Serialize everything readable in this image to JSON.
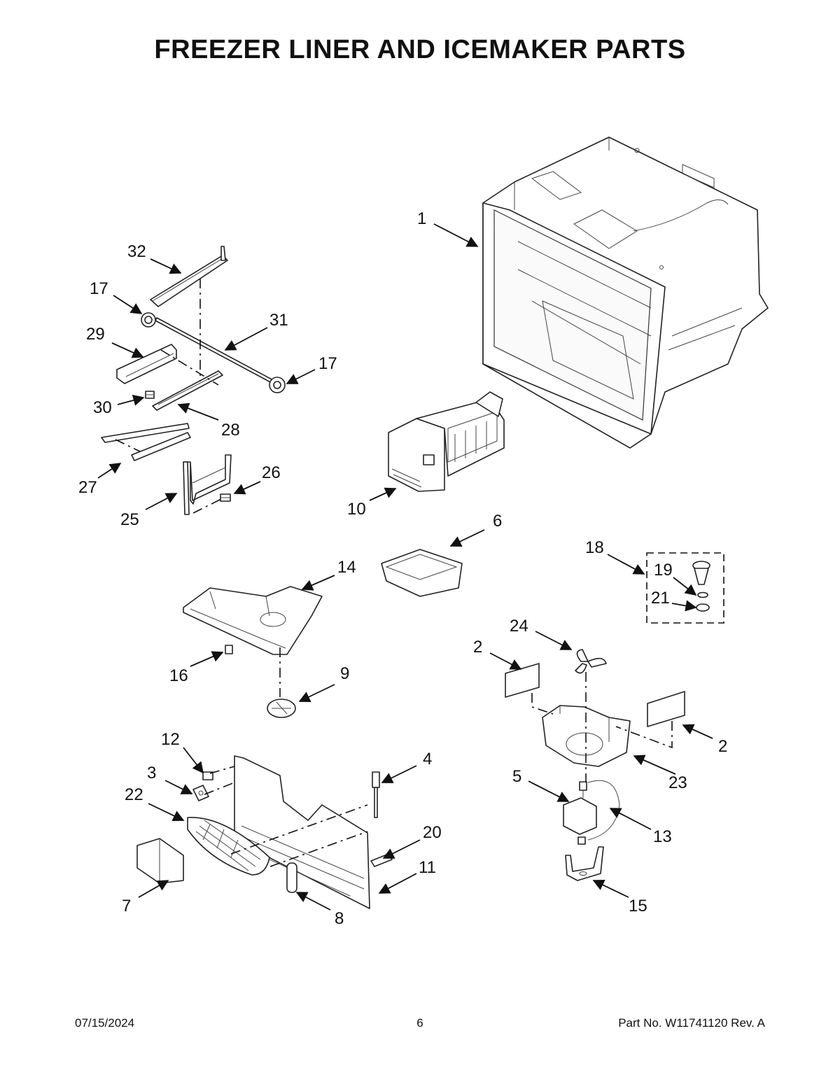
{
  "header": {
    "title": "FREEZER LINER AND ICEMAKER PARTS"
  },
  "footer": {
    "date": "07/15/2024",
    "page_number": "6",
    "part_no": "Part No.  W11741120  Rev.  A"
  },
  "callouts": {
    "c1": "1",
    "c32": "32",
    "c17a": "17",
    "c31": "31",
    "c29": "29",
    "c17b": "17",
    "c30": "30",
    "c28": "28",
    "c27": "27",
    "c26": "26",
    "c25": "25",
    "c10": "10",
    "c6": "6",
    "c18": "18",
    "c19": "19",
    "c21": "21",
    "c14": "14",
    "c24": "24",
    "c2a": "2",
    "c16": "16",
    "c9": "9",
    "c2b": "2",
    "c12": "12",
    "c4": "4",
    "c23": "23",
    "c3": "3",
    "c5": "5",
    "c22": "22",
    "c13": "13",
    "c20": "20",
    "c11": "11",
    "c7": "7",
    "c8": "8",
    "c15": "15"
  }
}
